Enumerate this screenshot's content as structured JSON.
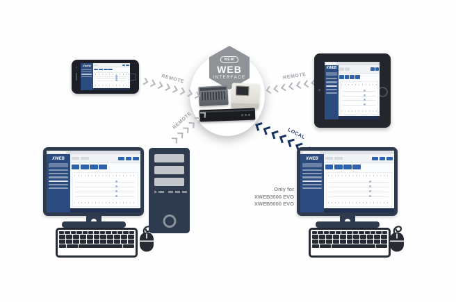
{
  "badge": {
    "new": "NEW",
    "web": "WEB",
    "interface": "INTERFACE"
  },
  "arrows": {
    "phone_remote": "REMOTE",
    "tablet_remote": "REMOTE",
    "pc_remote": "REMOTE",
    "local": "LOCAL"
  },
  "note": {
    "line1": "Only for",
    "line2": "XWEB3000 EVO",
    "line3": "XWEB5000 EVO"
  },
  "screens": {
    "logo": "XWEB"
  },
  "colors": {
    "accent_blue": "#2e62ac",
    "sidebar_navy": "#2b4b7e",
    "device_dark": "#2e3b4f",
    "arrow_gray": "#b2b6bb",
    "local_navy": "#16335f",
    "badge_gray": "#8f9296"
  }
}
